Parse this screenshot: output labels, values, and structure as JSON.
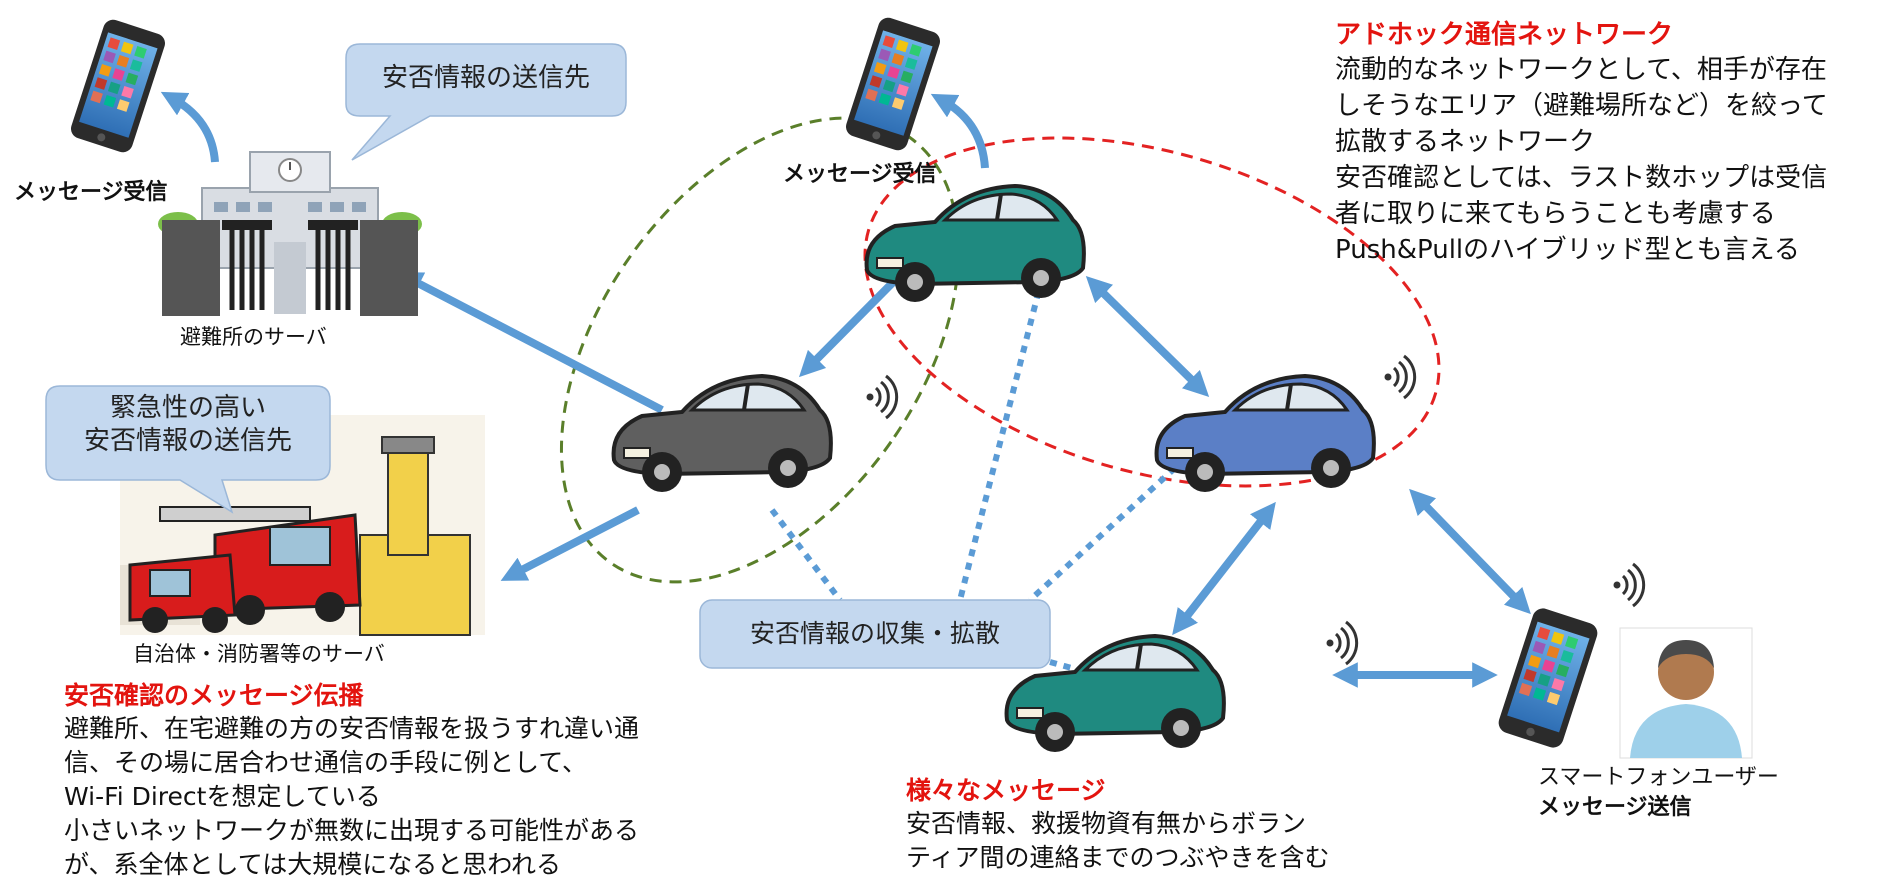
{
  "labels": {
    "msg_receive_left": "メッセージ受信",
    "msg_receive_center": "メッセージ受信",
    "shelter_server": "避難所のサーバ",
    "fire_server": "自治体・消防署等のサーバ",
    "smartphone_user": "スマートフォンユーザー",
    "msg_send": "メッセージ送信"
  },
  "bubbles": {
    "destination": "安否情報の送信先",
    "urgent_line1": "緊急性の高い",
    "urgent_line2": "安否情報の送信先",
    "collect": "安否情報の収集・拡散"
  },
  "adhoc": {
    "title": "アドホック通信ネットワーク",
    "lines": [
      "流動的なネットワークとして、相手が存在",
      "しそうなエリア（避難場所など）を絞って",
      "拡散するネットワーク",
      "安否確認としては、ラスト数ホップは受信",
      "者に取りに来てもらうことも考慮する",
      "Push&Pullのハイブリッド型とも言える"
    ]
  },
  "propagation": {
    "title": "安否確認のメッセージ伝播",
    "lines": [
      "避難所、在宅避難の方の安否情報を扱うすれ違い通",
      "信、その場に居合わせ通信の手段に例として、",
      "Wi-Fi Directを想定している",
      "小さいネットワークが無数に出現する可能性がある",
      "が、系全体としては大規模になると思われる"
    ]
  },
  "messages": {
    "title": "様々なメッセージ",
    "lines": [
      "安否情報、救援物資有無からボラン",
      "ティア間の連絡までのつぶやきを含む"
    ]
  },
  "colors": {
    "arrow": "#5b9bd5",
    "red_text": "#e3140f",
    "green_dashed": "#5a7f2a",
    "red_dashed": "#e32222",
    "bubble_fill": "#c4d8ef",
    "car_teal": "#1f8a80",
    "car_gray": "#5f5f5f",
    "car_blue": "#5b7fc6"
  },
  "icons": [
    "smartphone-icon",
    "shelter-building-icon",
    "fire-truck-image",
    "car-icon",
    "wifi-signal-icon",
    "user-avatar-icon"
  ]
}
